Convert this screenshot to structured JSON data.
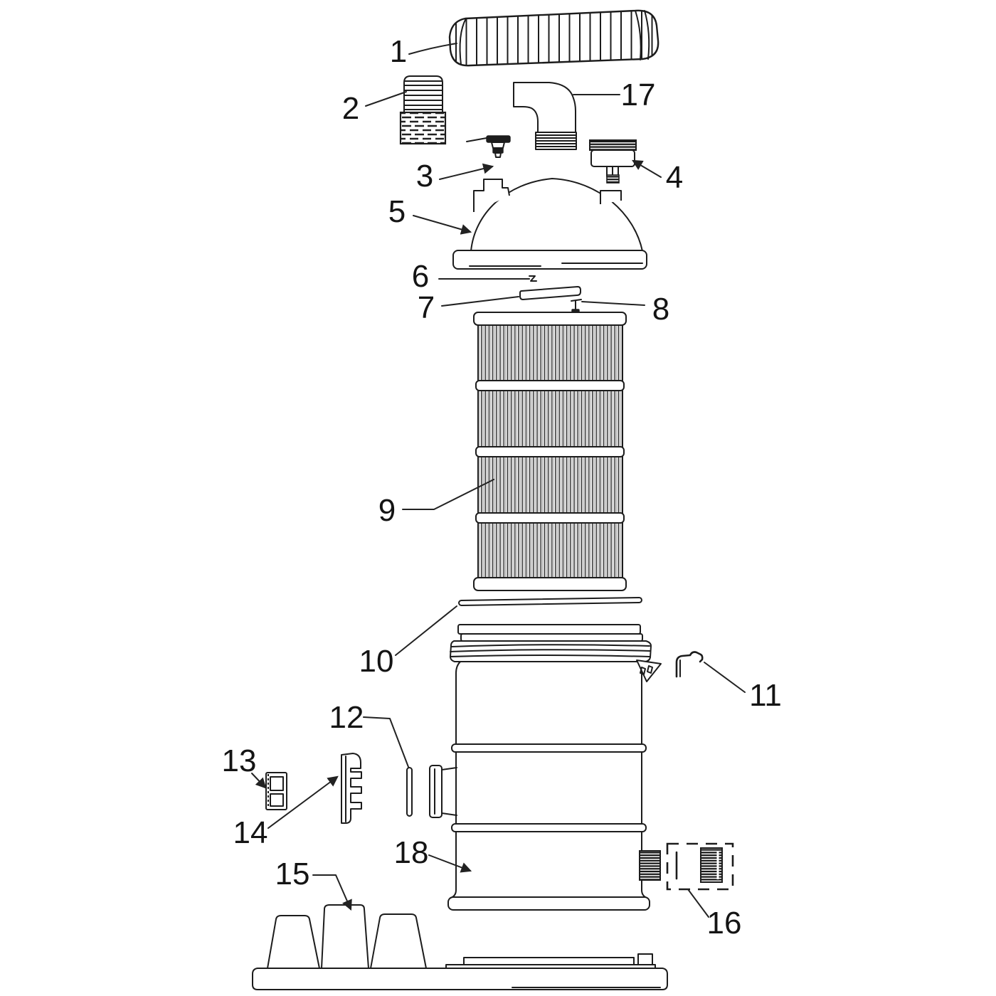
{
  "diagram": {
    "kind": "exploded-parts-diagram",
    "colors": {
      "background": "#ffffff",
      "line": "#1c1c1c",
      "label": "#141414"
    },
    "labels": [
      {
        "text": "1"
      },
      {
        "text": "2"
      },
      {
        "text": "3"
      },
      {
        "text": "4"
      },
      {
        "text": "5"
      },
      {
        "text": "6"
      },
      {
        "text": "7"
      },
      {
        "text": "8"
      },
      {
        "text": "9"
      },
      {
        "text": "10"
      },
      {
        "text": "11"
      },
      {
        "text": "12"
      },
      {
        "text": "13"
      },
      {
        "text": "14"
      },
      {
        "text": "15"
      },
      {
        "text": "16"
      },
      {
        "text": "17"
      },
      {
        "text": "18"
      }
    ]
  }
}
